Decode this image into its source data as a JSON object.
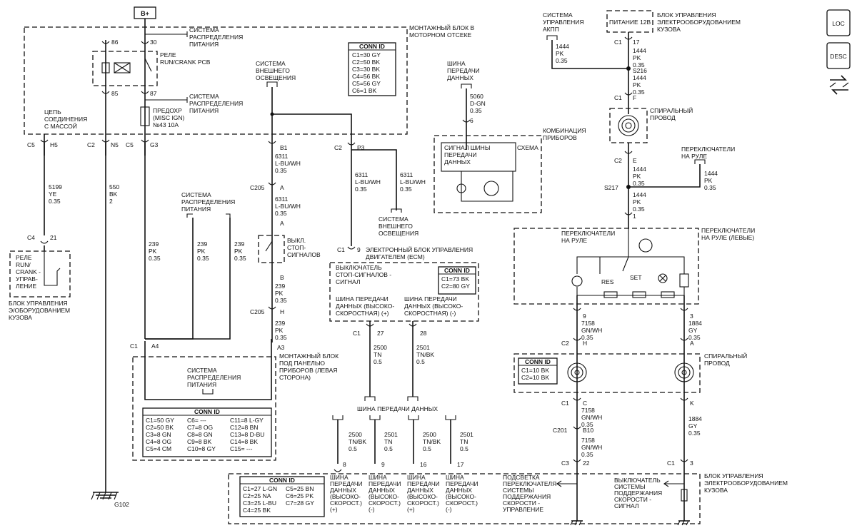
{
  "labels": {
    "bplus": "B+",
    "pwr_dist": "СИСТЕМА\nРАСПРЕДЕЛЕНИЯ\nПИТАНИЯ",
    "mont_engine": "МОНТАЖНЫЙ БЛОК В\nМОТОРНОМ ОТСЕКЕ",
    "relay": "РЕЛЕ\nRUN/CRANK PCB",
    "ground_circuit": "ЦЕПЬ\nСОЕДИНЕНИЯ\nС МАССОЙ",
    "fuse": "ПРЕДОХР\n(MISC IGN)\n№43 10А",
    "ext_light": "СИСТЕМА\nВНЕШНЕГО\nОСВЕЩЕНИЯ",
    "bus": "ШИНА\nПЕРЕДАЧИ\nДАННЫХ",
    "cluster": "КОМБИНАЦИЯ\nПРИБОРОВ",
    "schema": "СХЕМА",
    "bus_signal": "СИГНАЛ ШИНЫ\nПЕРЕДАЧИ\nДАННЫХ",
    "akpp": "СИСТЕМА\nУПРАВЛЕНИЯ\nАКПП",
    "power12": "ПИТАНИЕ 12В",
    "bcm_top": "БЛОК УПРАВЛЕНИЯ\nЭЛЕКТРООБОРУДОВАНИЕМ\nКУЗОВА",
    "spiral": "СПИРАЛЬНЫЙ\nПРОВОД",
    "steer_sw": "ПЕРЕКЛЮЧАТЕЛИ\nНА РУЛЕ",
    "steer_sw_left": "ПЕРЕКЛЮЧАТЕЛИ\nНА РУЛЕ (ЛЕВЫЕ)",
    "res": "RES",
    "set": "SET",
    "relay_left": "РЕЛЕ\nRUN/\nCRANK -\nУПРАВ-\nЛЕНИЕ",
    "bcm_left": "БЛОК УПРАВЛЕНИЯ\nЭ/ОБОРУДОВАНИЕМ\nКУЗОВА",
    "brake_sw": "ВЫКЛ.\nСТОП-\nСИГНАЛОВ",
    "ecm": "ЭЛЕКТРОННЫЙ БЛОК УПРАВЛЕНИЯ\nДВИГАТЕЛЕМ (ECM)",
    "brake_signal": "ВЫКЛЮЧАТЕЛЬ\nСТОП-СИГНАЛОВ -\nСИГНАЛ",
    "bus_high_p": "ШИНА ПЕРЕДАЧИ\nДАННЫХ (ВЫСОКО-\nСКОРОСТНАЯ) (+)",
    "bus_high_m": "ШИНА ПЕРЕДАЧИ\nДАННЫХ (ВЫСОКО-\nСКОРОСТНАЯ) (-)",
    "mont_panel": "МОНТАЖНЫЙ БЛОК\nПОД ПАНЕЛЬЮ\nПРИБОРОВ (ЛЕВАЯ\nСТОРОНА)",
    "bus_data": "ШИНА ПЕРЕДАЧИ ДАННЫХ",
    "bcm_bottom": "БЛОК УПРАВЛЕНИЯ\nЭЛЕКТРООБОРУДОВАНИЕМ\nКУЗОВА",
    "cruise_light": "ПОДСВЕТКА\nПЕРЕКЛЮЧАТЕЛЯ\nСИСТЕМЫ\nПОДДЕРЖАНИЯ\nСКОРОСТИ -\nУПРАВЛЕНИЕ",
    "cruise_sw": "ВЫКЛЮЧАТЕЛЬ\nСИСТЕМЫ\nПОДДЕРЖАНИЯ\nСКОРОСТИ -\nСИГНАЛ",
    "bot_bus1": "ШИНА\nПЕРЕДАЧИ\nДАННЫХ\n(ВЫСОКО-\nСКОРОСТ.)\n(+)",
    "bot_bus2": "ШИНА\nПЕРЕДАЧИ\nДАННЫХ\n(ВЫСОКО-\nСКОРОСТ.)\n(-)",
    "bot_bus3": "ШИНА\nПЕРЕДАЧИ\nДАННЫХ\n(ВЫСОКО-\nСКОРОСТ.)\n(+)",
    "bot_bus4": "ШИНА\nПЕРЕДАЧИ\nДАННЫХ\n(ВЫСОКО-\nСКОРОСТ.)\n(-)",
    "g102": "G102",
    "loc": "LOC",
    "desc": "DESC"
  },
  "conn_tables": {
    "engine": {
      "title": "CONN ID",
      "rows": [
        "C1=30 GY",
        "C2=50 BK",
        "C3=30 BK",
        "C4=56 BK",
        "C5=56 GY",
        "C6=1 BK"
      ]
    },
    "ecm": {
      "title": "CONN ID",
      "rows": [
        "C1=73 BK",
        "C2=80 GY"
      ]
    },
    "spiral": {
      "title": "CONN ID",
      "rows": [
        "C1=10 BK",
        "C2=10 BK"
      ]
    },
    "panel": {
      "title": "CONN ID",
      "rows": [
        [
          "C1=50 GY",
          "C6= ---",
          "C11=8 L-GY"
        ],
        [
          "C2=50 BK",
          "C7=8 OG",
          "C12=8 BN"
        ],
        [
          "C3=8 GN",
          "C8=8 GN",
          "C13=8 D-BU"
        ],
        [
          "C4=8 OG",
          "C9=8 BK",
          "C14=8 BK"
        ],
        [
          "C5=4 CM",
          "C10=8 GY",
          "C15= ---"
        ]
      ]
    },
    "bottom": {
      "title": "CONN ID",
      "rows": [
        [
          "C1=27 L-GN",
          "C5=25 BN"
        ],
        [
          "C2=25 NA",
          "C6=25 PK"
        ],
        [
          "C3=25 L-BU",
          "C7=28 GY"
        ],
        [
          "C4=25 BK",
          ""
        ]
      ]
    }
  },
  "wires": [
    {
      "id": "w5199",
      "text": "5199\nYE\n0.35"
    },
    {
      "id": "w550",
      "text": "550\nBK\n2"
    },
    {
      "id": "w239a",
      "text": "239\nPK\n0.35"
    },
    {
      "id": "w239b",
      "text": "239\nPK\n0.35"
    },
    {
      "id": "w239c",
      "text": "239\nPK\n0.35"
    },
    {
      "id": "w239d",
      "text": "239\nPK\n0.35"
    },
    {
      "id": "w239e",
      "text": "239\nPK\n0.35"
    },
    {
      "id": "w6311a",
      "text": "6311\nL-BU/WH\n0.35"
    },
    {
      "id": "w6311b",
      "text": "6311\nL-BU/WH\n0.35"
    },
    {
      "id": "w6311c",
      "text": "6311\nL-BU/WH\n0.35"
    },
    {
      "id": "w6311d",
      "text": "6311\nL-BU/WH\n0.35"
    },
    {
      "id": "w5060",
      "text": "5060\nD-GN\n0.35"
    },
    {
      "id": "w2500",
      "text": "2500\nTN\n0.5"
    },
    {
      "id": "w2501",
      "text": "2501\nTN/BK\n0.5"
    },
    {
      "id": "w2500b",
      "text": "2500\nTN/BK\n0.5"
    },
    {
      "id": "w2501b",
      "text": "2501\nTN\n0.5"
    },
    {
      "id": "w2500c",
      "text": "2500\nTN/BK\n0.5"
    },
    {
      "id": "w2501c",
      "text": "2501\nTN\n0.5"
    },
    {
      "id": "w1444a",
      "text": "1444\nPK\n0.35"
    },
    {
      "id": "w1444b",
      "text": "1444\nPK\n0.35"
    },
    {
      "id": "w1444c",
      "text": "1444\nPK\n0.35"
    },
    {
      "id": "w1444d",
      "text": "1444\nPK\n0.35"
    },
    {
      "id": "w1444e",
      "text": "1444\nPK\n0.35"
    },
    {
      "id": "w1444f",
      "text": "1444\nPK\n0.35"
    },
    {
      "id": "w7158a",
      "text": "7158\nGN/WH\n0.35"
    },
    {
      "id": "w7158b",
      "text": "7158\nGN/WH\n0.35"
    },
    {
      "id": "w7158c",
      "text": "7158\nGN/WH\n0.35"
    },
    {
      "id": "w1884a",
      "text": "1884\nGY\n0.35"
    },
    {
      "id": "w1884b",
      "text": "1884\nGY\n0.35"
    }
  ],
  "pins": {
    "p30": "30",
    "p86": "86",
    "p85": "85",
    "p87": "87",
    "c5a": "C5",
    "h5": "H5",
    "c2a": "C2",
    "n5": "N5",
    "c5b": "C5",
    "g3": "G3",
    "c4": "C4",
    "p21": "21",
    "b1": "B1",
    "c205a": "C205",
    "pa": "A",
    "pa2": "A",
    "pb": "B",
    "c205b": "C205",
    "ph": "H",
    "a3": "A3",
    "c1a": "C1",
    "a4": "A4",
    "c2b": "C2",
    "p3": "P3",
    "c1b": "C1",
    "p9": "9",
    "c1c": "C1",
    "p27": "27",
    "p28": "28",
    "p6": "6",
    "c1d": "C1",
    "p17": "17",
    "s216": "S216",
    "c1e": "C1",
    "pf": "F",
    "c2c": "C2",
    "pe": "E",
    "s217": "S217",
    "p1": "1",
    "p9b": "9",
    "p3b": "3",
    "c2d": "C2",
    "phh": "H",
    "pa3": "A",
    "c1f": "C1",
    "pc": "C",
    "pk": "K",
    "c201": "C201",
    "b10": "B10",
    "c3": "C3",
    "p22": "22",
    "c1g": "C1",
    "p3c": "3",
    "b8": "8",
    "b9": "9",
    "b16": "16",
    "b17": "17"
  }
}
